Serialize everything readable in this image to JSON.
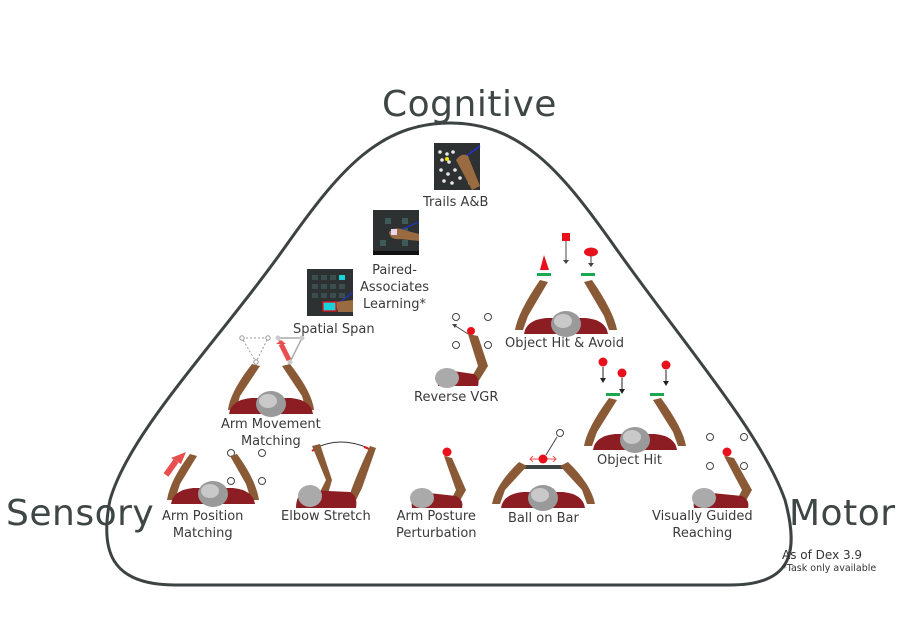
{
  "corners": {
    "cognitive": "Cognitive",
    "sensory": "Sensory",
    "motor": "Motor"
  },
  "notes": {
    "version": "As of Dex 3.9",
    "footnote": "*Task only available"
  },
  "tasks": {
    "trails": "Trails A&B",
    "pal_1": "Paired-",
    "pal_2": "Associates",
    "pal_3": "Learning*",
    "spatial_span": "Spatial Span",
    "object_hit_avoid": "Object Hit & Avoid",
    "arm_movement_1": "Arm Movement",
    "arm_movement_2": "Matching",
    "reverse_vgr": "Reverse VGR",
    "object_hit": "Object Hit",
    "arm_position_1": "Arm Position",
    "arm_position_2": "Matching",
    "elbow_stretch": "Elbow Stretch",
    "arm_posture_1": "Arm Posture",
    "arm_posture_2": "Perturbation",
    "ball_on_bar": "Ball on Bar",
    "vgr_1": "Visually Guided",
    "vgr_2": "Reaching"
  },
  "colors": {
    "outline": "#3d4343",
    "target_red": "#e8101a",
    "bar_green": "#1aa850",
    "shirt": "#8c1d22",
    "skin": "#8a5a36",
    "hair": "#8a8a8a",
    "screen": "#2e3131",
    "cyan": "#19d3da"
  }
}
